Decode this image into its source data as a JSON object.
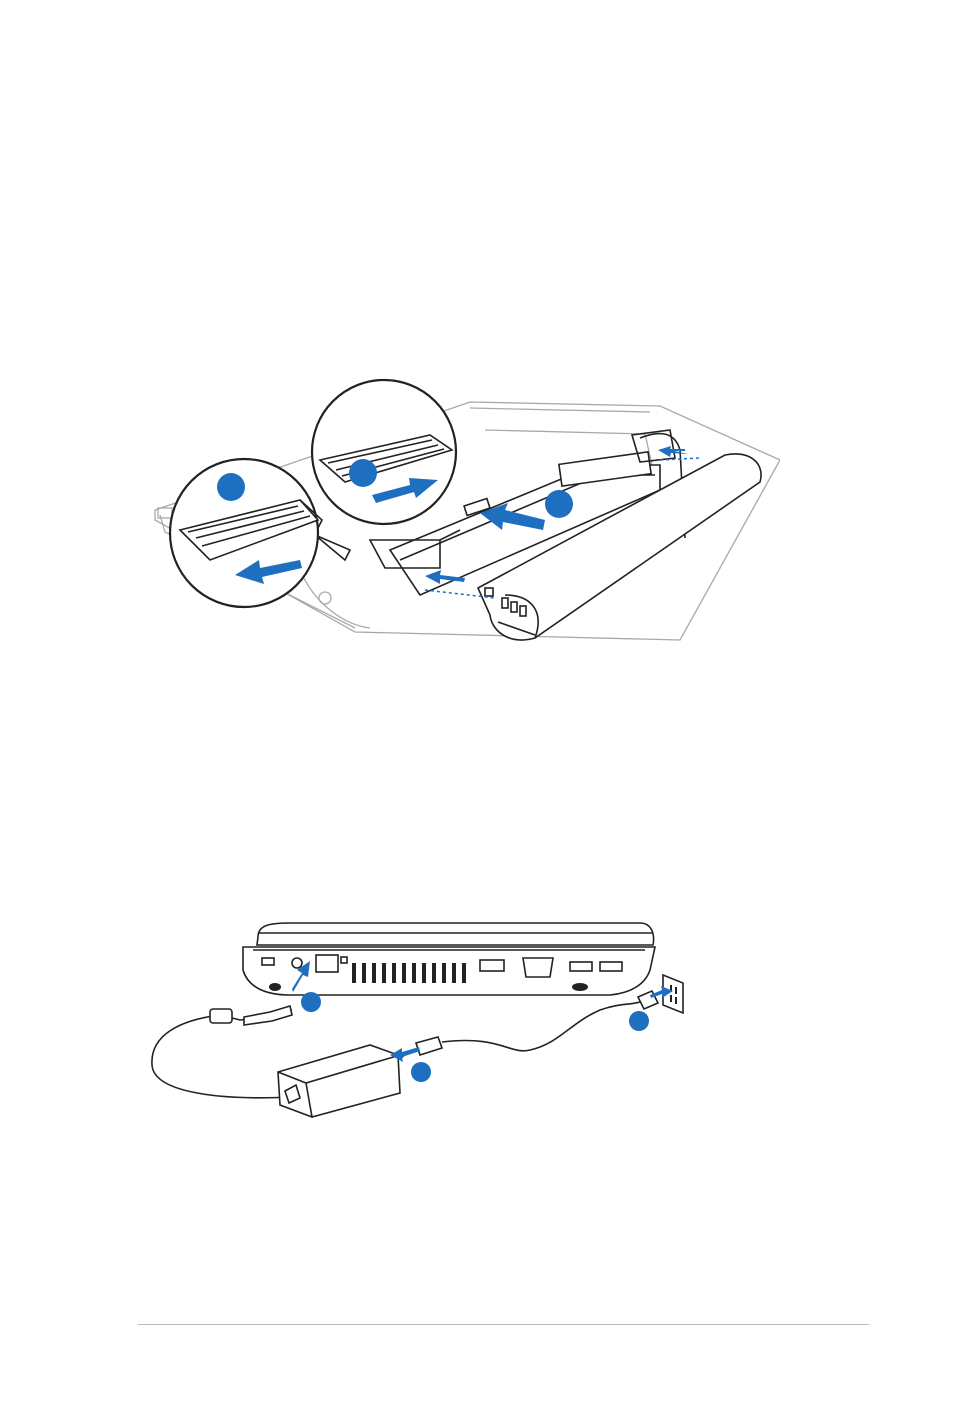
{
  "figures": [
    {
      "id": "battery-install",
      "markers": [
        "",
        "",
        ""
      ],
      "callouts": 2
    },
    {
      "id": "power-connect",
      "markers": [
        "",
        "",
        ""
      ]
    }
  ],
  "colors": {
    "accent": "#1f6fc1",
    "line": "#222222",
    "light_line": "#a9a9a9"
  }
}
